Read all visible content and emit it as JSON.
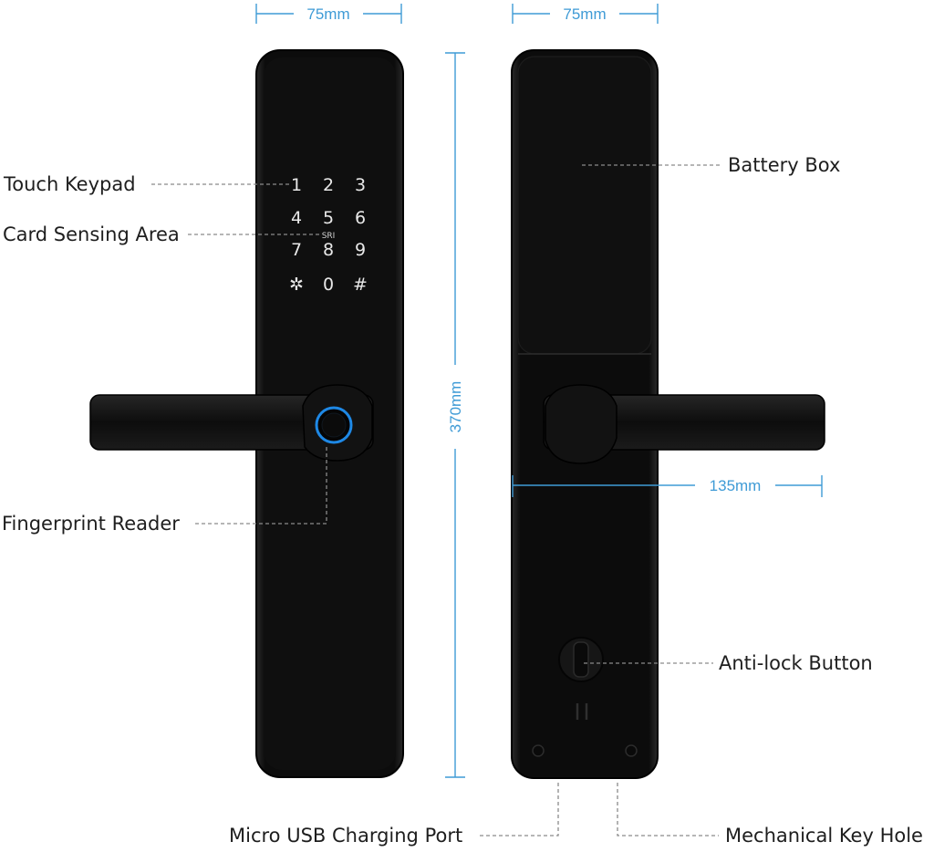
{
  "colors": {
    "body": "#111111",
    "body_edge": "#050505",
    "dimension": "#3f9bd6",
    "fingerprint_ring": "#1e88e5",
    "label": "#1e1e1e",
    "leader": "#8a8a8a"
  },
  "dimensions": {
    "front_width": "75mm",
    "back_width": "75mm",
    "height": "370mm",
    "handle_length": "135mm"
  },
  "labels": {
    "touch_keypad": "Touch Keypad",
    "card_sensing": "Card Sensing Area",
    "fingerprint": "Fingerprint Reader",
    "battery_box": "Battery Box",
    "anti_lock": "Anti-lock Button",
    "usb_port": "Micro USB Charging Port",
    "key_hole": "Mechanical Key Hole"
  },
  "keypad": {
    "keys": [
      "1",
      "2",
      "3",
      "4",
      "5",
      "6",
      "7",
      "8",
      "9",
      "✲",
      "0",
      "#"
    ],
    "card_mark": "SRI"
  }
}
